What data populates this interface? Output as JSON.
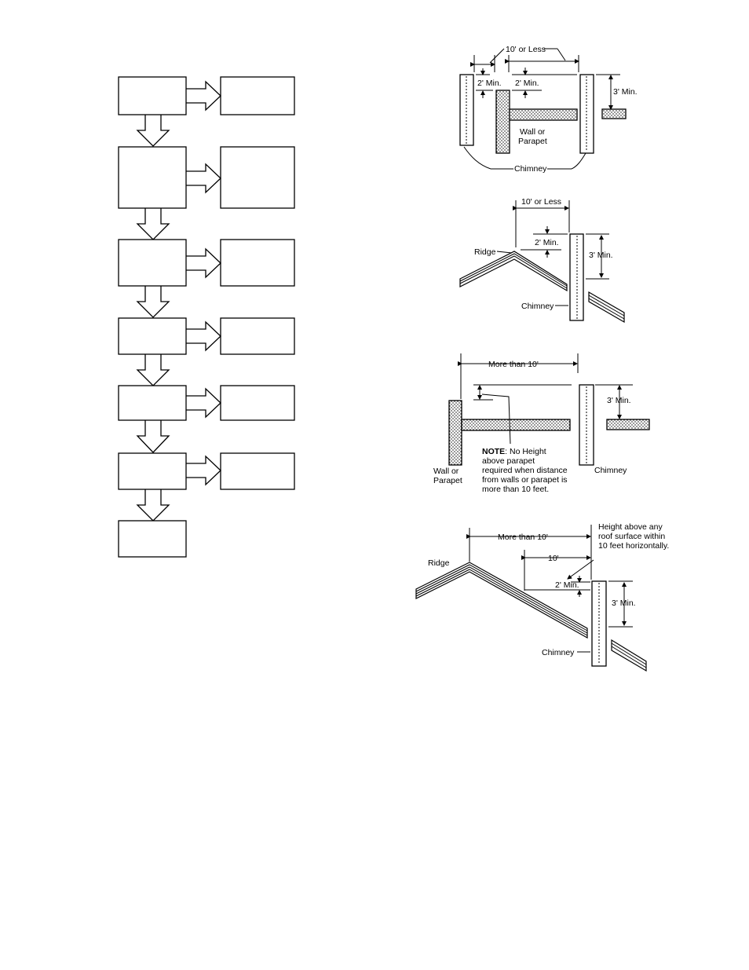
{
  "flowchart": {
    "steps": 7,
    "side_boxes": 6
  },
  "diagrams": {
    "d1": {
      "dist": "10' or Less",
      "min_a": "2' Min.",
      "min_b": "2' Min.",
      "min_c": "3' Min.",
      "wall_1": "Wall or",
      "wall_2": "Parapet",
      "chimney": "Chimney"
    },
    "d2": {
      "dist": "10' or Less",
      "min_a": "2' Min.",
      "min_c": "3' Min.",
      "ridge": "Ridge",
      "chimney": "Chimney"
    },
    "d3": {
      "dist": "More than 10'",
      "min_c": "3' Min.",
      "note_bold": "NOTE",
      "note_1": ": No Height",
      "note_2": "above parapet",
      "note_3": "required when distance",
      "note_4": "from walls or parapet  is",
      "note_5": "more than 10 feet.",
      "wall_1": "Wall  or",
      "wall_2": "Parapet",
      "chimney": "Chimney"
    },
    "d4": {
      "height_1": "Height above any",
      "height_2": "roof surface within",
      "height_3": " 10 feet horizontally.",
      "dist": "More than 10'",
      "dist_10": "10'",
      "min_a": "2' Min.",
      "min_c": "3' Min.",
      "ridge": "Ridge",
      "chimney": "Chimney"
    }
  }
}
